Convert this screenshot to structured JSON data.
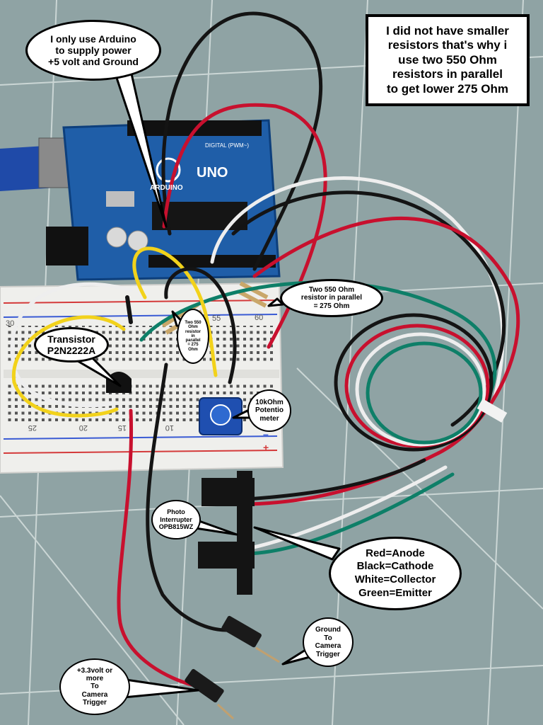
{
  "callouts": {
    "arduino_power": "I only use Arduino\nto supply power\n+5 volt and Ground",
    "resistor_note": "I did not have smaller\nresistors that's why i\nuse two 550 Ohm\nresistors in parallel\nto get lower 275 Ohm",
    "two_550_right": "Two 550 Ohm\nresistor in parallel\n= 275 Ohm",
    "two_550_small": "Two 550\nOhm\nresistor\nin\nparallel\n= 275\nOhm",
    "transistor": "Transistor\nP2N2222A",
    "potentiometer": "10kOhm\nPotentio\nmeter",
    "photo_interrupter": "Photo\nInterrupter\nOPB815WZ",
    "wire_legend": "Red=Anode\nBlack=Cathode\nWhite=Collector\nGreen=Emitter",
    "ground_trigger": "Ground\nTo\nCamera\nTrigger",
    "power_trigger": "+3.3volt or\nmore\nTo\nCamera\nTrigger"
  },
  "board_labels": {
    "brand": "UNO",
    "arduino": "ARDUINO",
    "digital": "DIGITAL (PWM~)",
    "row_30": "30",
    "row_55": "55",
    "row_60": "60",
    "row_25": "25",
    "row_20": "20",
    "row_15": "15",
    "row_10": "10",
    "rail_minus": "–",
    "rail_plus": "+"
  },
  "colors": {
    "mat": "#8fa3a4",
    "grid": "#dfe8e6",
    "board_blue": "#1f5ea8",
    "wire_red": "#c8102e",
    "wire_black": "#141414",
    "wire_white": "#eeeeee",
    "wire_green": "#0e7f68",
    "wire_yellow": "#f2d21b"
  }
}
